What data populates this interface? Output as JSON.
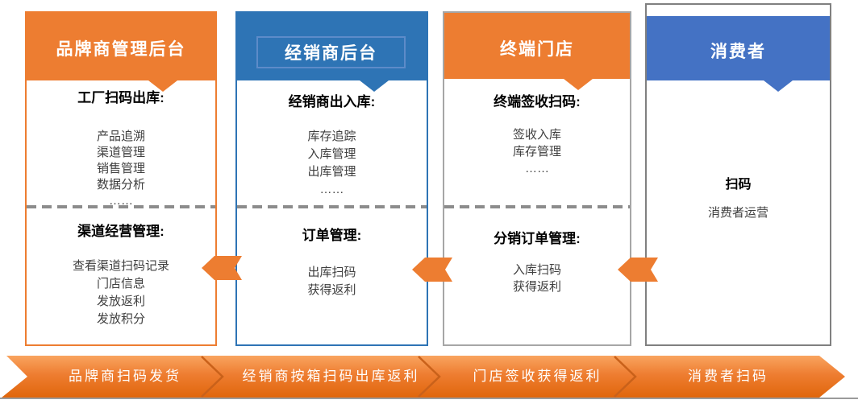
{
  "columns": [
    {
      "header": "品牌商管理后台",
      "top": {
        "title": "工厂扫码出库:",
        "items": [
          "产品追溯",
          "渠道管理",
          "销售管理",
          "数据分析",
          "……"
        ]
      },
      "bottom": {
        "title": "渠道经营管理:",
        "items": [
          "查看渠道扫码记录",
          "门店信息",
          "发放返利",
          "发放积分"
        ]
      }
    },
    {
      "header": "经销商后台",
      "top": {
        "title": "经销商出入库:",
        "items": [
          "库存追踪",
          "入库管理",
          "出库管理",
          "……"
        ]
      },
      "bottom": {
        "title": "订单管理:",
        "items": [
          "出库扫码",
          "获得返利"
        ]
      }
    },
    {
      "header": "终端门店",
      "top": {
        "title": "终端签收扫码:",
        "items": [
          "签收入库",
          "库存管理",
          "……"
        ]
      },
      "bottom": {
        "title": "分销订单管理:",
        "items": [
          "入库扫码",
          "获得返利"
        ]
      }
    },
    {
      "header": "消费者",
      "primary": "扫码",
      "secondary": "消费者运营"
    }
  ],
  "banner": {
    "segments": [
      "品牌商扫码发货",
      "经销商按箱扫码出库返利",
      "门店签收获得返利",
      "消费者扫码"
    ]
  },
  "icons": {
    "flow_arrow": "left-arrow-ribbon",
    "banner_shape": "right-chevron-strip"
  },
  "colors": {
    "orange": "#ED7D31",
    "blue_mid": "#2E74B5",
    "blue_light": "#4472C4",
    "gray_border": "#A6A6A6",
    "gray_border_dark": "#808080",
    "dashed_divider": "#8C8C8C",
    "banner_gradient_top": "#F9A45F",
    "banner_gradient_mid": "#EE7D31",
    "banner_gradient_bottom": "#E0660B",
    "banner_chevron_line": "#C9611A",
    "baseline_gray": "#9B9B9B",
    "text_dark": "#3F3F3F"
  }
}
